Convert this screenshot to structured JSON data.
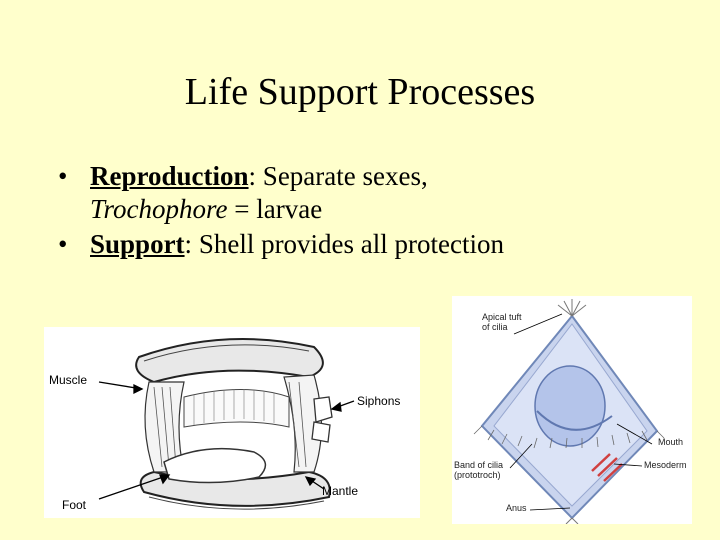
{
  "slide": {
    "title": "Life Support Processes",
    "bullets": [
      {
        "term": "Reproduction",
        "sep": ":",
        "text": "  Separate sexes,",
        "line2_italic": "Trochophore",
        "line2_rest": " = larvae"
      },
      {
        "term": "Support",
        "sep": ":",
        "text": "  Shell provides all protection"
      }
    ]
  },
  "figure_clam": {
    "labels": {
      "muscle": "Muscle",
      "siphons": "Siphons",
      "mantle": "Mantle",
      "foot": "Foot"
    }
  },
  "figure_trochophore": {
    "labels": {
      "apical_1": "Apical tuft",
      "apical_2": "of cilia",
      "mouth": "Mouth",
      "band_1": "Band of cilia",
      "band_2": "(prototroch)",
      "mesoderm": "Mesoderm",
      "anus": "Anus"
    }
  },
  "colors": {
    "background": "#ffffcc"
  }
}
